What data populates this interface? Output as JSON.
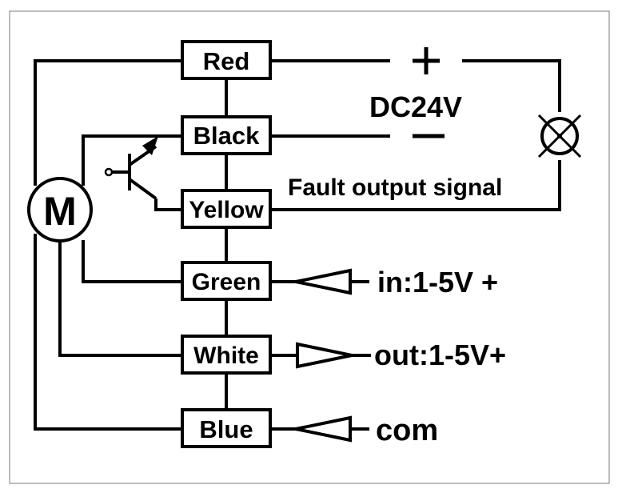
{
  "terminals": {
    "red": "Red",
    "black": "Black",
    "yellow": "Yellow",
    "green": "Green",
    "white": "White",
    "blue": "Blue"
  },
  "motor": {
    "label": "M"
  },
  "supply": {
    "voltage": "DC24V",
    "plus": "+",
    "minus": "—"
  },
  "fault": {
    "label": "Fault output signal"
  },
  "signals": {
    "input": "in:1-5V +",
    "output": "out:1-5V+",
    "common": "com"
  }
}
